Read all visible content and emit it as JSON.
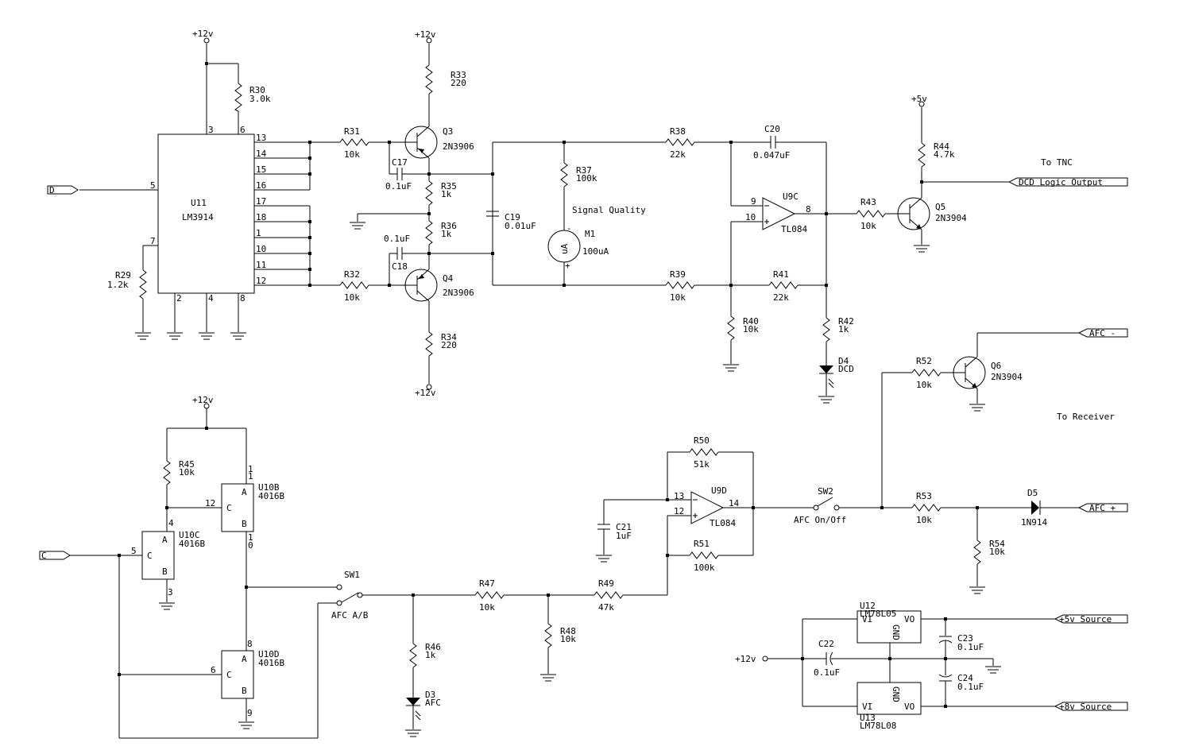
{
  "rails": {
    "p12_a": "+12v",
    "p12_b": "+12v",
    "p12_c": "+12v",
    "p12_d": "+12v",
    "p12_e": "+12v",
    "p5": "+5v"
  },
  "ports": {
    "d": "D",
    "c": "C",
    "dcd": "DCD Logic Output",
    "afc_minus": "AFC -",
    "afc_plus": "AFC +",
    "src5": "+5v Source",
    "src8": "+8v Source"
  },
  "notes": {
    "to_tnc": "To TNC",
    "to_receiver": "To Receiver",
    "signal_quality": "Signal Quality"
  },
  "ics": {
    "u11": {
      "ref": "U11",
      "part": "LM3914"
    },
    "u9c": {
      "ref": "U9C",
      "part": "TL084"
    },
    "u9d": {
      "ref": "U9D",
      "part": "TL084"
    },
    "u10b": {
      "ref": "U10B",
      "part": "4016B"
    },
    "u10c": {
      "ref": "U10C",
      "part": "4016B"
    },
    "u10d": {
      "ref": "U10D",
      "part": "4016B"
    },
    "u12": {
      "ref": "U12",
      "part": "LM78L05"
    },
    "u13": {
      "ref": "U13",
      "part": "LM78L08"
    }
  },
  "pins": {
    "u11_right": [
      "13",
      "14",
      "15",
      "16",
      "17",
      "18",
      "1",
      "10",
      "11",
      "12"
    ],
    "u11_top": [
      "3",
      "6"
    ],
    "u11_left": [
      "5",
      "7"
    ],
    "u11_bottom": [
      "2",
      "4",
      "8"
    ],
    "u9c": [
      "9",
      "10",
      "8"
    ],
    "u9d": [
      "13",
      "12",
      "14"
    ],
    "u10b_c": "12",
    "u10b_top": "1",
    "u10b_bot": "0",
    "u10c_c": "5",
    "u10c_a": "4",
    "u10c_b": "3",
    "u10d_c": "6",
    "u10d_a": "8",
    "u10d_b": "9",
    "switch_a": "A",
    "switch_b": "B",
    "switch_c": "C",
    "reg_vi": "VI",
    "reg_vo": "VO",
    "reg_gnd": "GND"
  },
  "resistors": {
    "r29": [
      "R29",
      "1.2k"
    ],
    "r30": [
      "R30",
      "3.0k"
    ],
    "r31": [
      "R31",
      "10k"
    ],
    "r32": [
      "R32",
      "10k"
    ],
    "r33": [
      "R33",
      "220"
    ],
    "r34": [
      "R34",
      "220"
    ],
    "r35": [
      "R35",
      "1k"
    ],
    "r36": [
      "R36",
      "1k"
    ],
    "r37": [
      "R37",
      "100k"
    ],
    "r38": [
      "R38",
      "22k"
    ],
    "r39": [
      "R39",
      "10k"
    ],
    "r40": [
      "R40",
      "10k"
    ],
    "r41": [
      "R41",
      "22k"
    ],
    "r42": [
      "R42",
      "1k"
    ],
    "r43": [
      "R43",
      "10k"
    ],
    "r44": [
      "R44",
      "4.7k"
    ],
    "r45": [
      "R45",
      "10k"
    ],
    "r46": [
      "R46",
      "1k"
    ],
    "r47": [
      "R47",
      "10k"
    ],
    "r48": [
      "R48",
      "10k"
    ],
    "r49": [
      "R49",
      "47k"
    ],
    "r50": [
      "R50",
      "51k"
    ],
    "r51": [
      "R51",
      "100k"
    ],
    "r52": [
      "R52",
      "10k"
    ],
    "r53": [
      "R53",
      "10k"
    ],
    "r54": [
      "R54",
      "10k"
    ]
  },
  "capacitors": {
    "c17": [
      "C17",
      "0.1uF"
    ],
    "c18": [
      "C18",
      "0.1uF"
    ],
    "c19": [
      "C19",
      "0.01uF"
    ],
    "c20": [
      "C20",
      "0.047uF"
    ],
    "c21": [
      "C21",
      "1uF"
    ],
    "c22": [
      "C22",
      "0.1uF"
    ],
    "c23": [
      "C23",
      "0.1uF"
    ],
    "c24": [
      "C24",
      "0.1uF"
    ]
  },
  "transistors": {
    "q3": [
      "Q3",
      "2N3906"
    ],
    "q4": [
      "Q4",
      "2N3906"
    ],
    "q5": [
      "Q5",
      "2N3904"
    ],
    "q6": [
      "Q6",
      "2N3904"
    ]
  },
  "diodes": {
    "d3": [
      "D3",
      "AFC"
    ],
    "d4": [
      "D4",
      "DCD"
    ],
    "d5": [
      "D5",
      "1N914"
    ]
  },
  "meter": {
    "ref": "M1",
    "value": "100uA",
    "symbol": "uA",
    "minus": "-",
    "plus": "+"
  },
  "switches": {
    "sw1": [
      "SW1",
      "AFC A/B"
    ],
    "sw2": [
      "SW2",
      "AFC On/Off"
    ]
  }
}
